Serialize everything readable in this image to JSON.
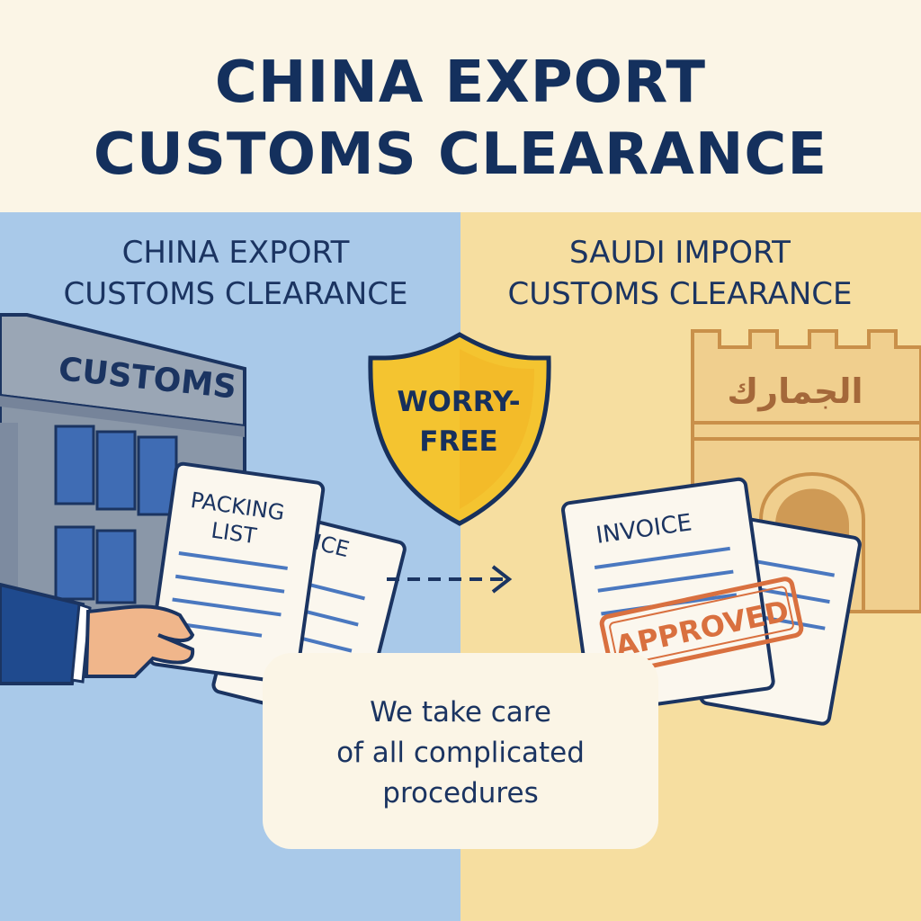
{
  "header": {
    "title_line1": "CHINA EXPORT",
    "title_line2": "CUSTOMS CLEARANCE"
  },
  "left_panel": {
    "title_line1": "CHINA EXPORT",
    "title_line2": "CUSTOMS CLEARANCE",
    "building_sign": "CUSTOMS",
    "front_document": {
      "line1": "PACKING",
      "line2": "LIST"
    },
    "back_document_partial": "ICE"
  },
  "right_panel": {
    "title_line1": "SAUDI IMPORT",
    "title_line2": "CUSTOMS CLEARANCE",
    "building_sign": "الجمارك",
    "document_title": "INVOICE",
    "stamp": "APPROVED"
  },
  "badge": {
    "line1": "WORRY-",
    "line2": "FREE",
    "icon": "shield-icon"
  },
  "tagline": {
    "line1": "We take care",
    "line2": "of all complicated",
    "line3": "procedures"
  },
  "colors": {
    "navy": "#14305d",
    "left_bg": "#a9c9e9",
    "right_bg": "#f6dea0",
    "header_bg": "#fbf5e6",
    "badge_gold": "#f4c430",
    "stamp_orange": "#d9703f"
  }
}
